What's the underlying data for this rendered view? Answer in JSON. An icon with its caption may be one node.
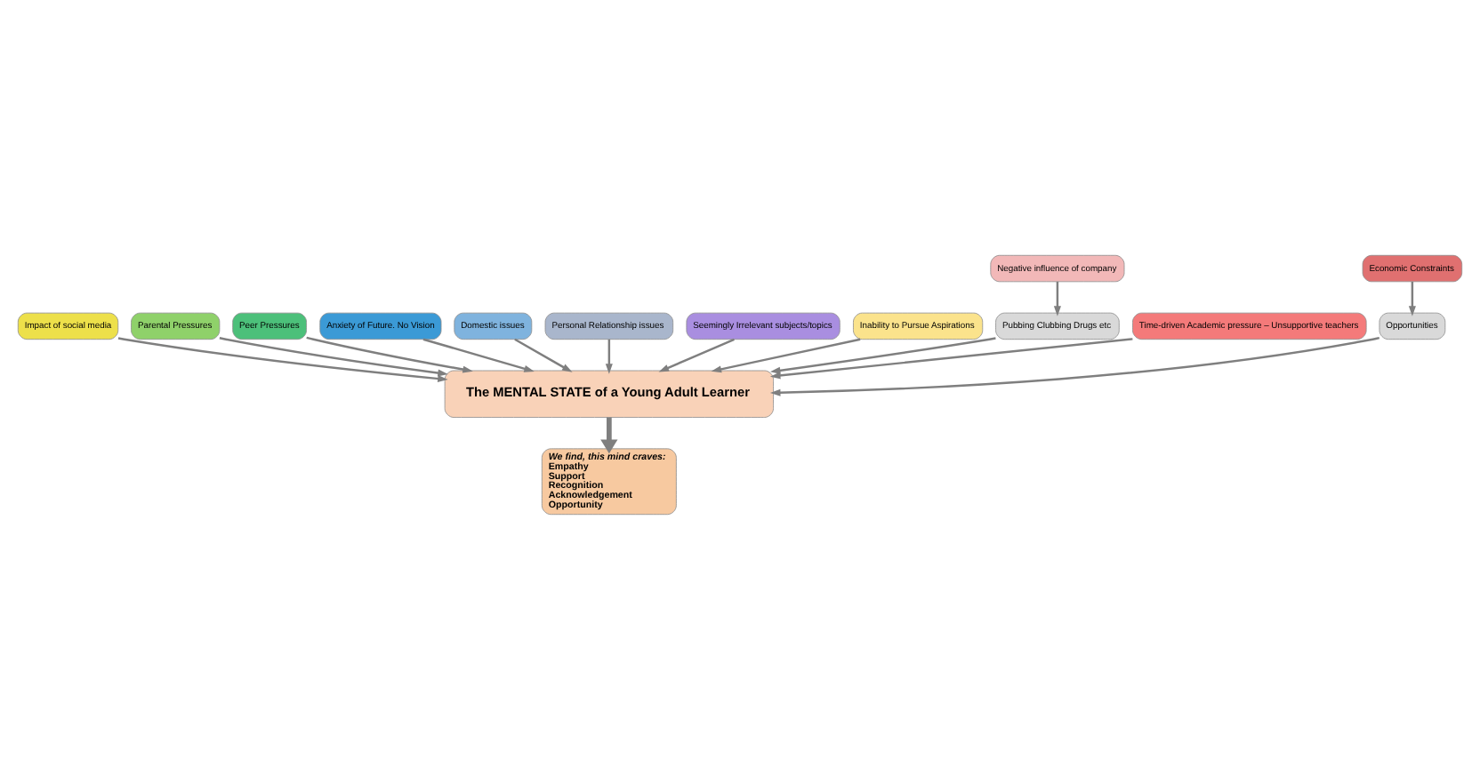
{
  "diagram": {
    "nodes": [
      {
        "text": [
          "Impact of social media"
        ]
      },
      {
        "text": [
          "Parental Pressures"
        ]
      },
      {
        "text": [
          "Peer Pressures"
        ]
      },
      {
        "text": [
          "Anxiety of Future. No Vision"
        ]
      },
      {
        "text": [
          "Domestic issues"
        ]
      },
      {
        "text": [
          "Personal Relationship issues"
        ]
      },
      {
        "text": [
          "Seemingly Irrelevant subjects/topics"
        ]
      },
      {
        "text": [
          "The MENTAL STATE of a Young Adult Learner"
        ]
      },
      {
        "text": [
          "Inability to Pursue Aspirations"
        ]
      },
      {
        "text": [
          "Negative influence of company"
        ]
      },
      {
        "text": [
          "Pubbing Clubbing Drugs etc"
        ]
      },
      {
        "text": [
          "Time-driven Academic pressure – Unsupportive teachers"
        ]
      },
      {
        "text": [
          "Economic Constraints"
        ]
      },
      {
        "text": [
          "Opportunities"
        ]
      },
      {
        "text": [
          "We find, this mind craves:",
          "Empathy",
          "Support",
          "Recognition",
          "Acknowledgement",
          "Opportunity"
        ]
      }
    ],
    "edges": [
      {
        "from": 0,
        "to": 7,
        "arrow": "to"
      },
      {
        "from": 1,
        "to": 7,
        "arrow": "to"
      },
      {
        "from": 2,
        "to": 7,
        "arrow": "to"
      },
      {
        "from": 3,
        "to": 7,
        "arrow": "to"
      },
      {
        "from": 4,
        "to": 7,
        "arrow": "to"
      },
      {
        "from": 5,
        "to": 7,
        "arrow": "to"
      },
      {
        "from": 6,
        "to": 7,
        "arrow": "to"
      },
      {
        "from": 8,
        "to": 7,
        "arrow": "to"
      },
      {
        "from": 9,
        "to": 10,
        "arrow": "to"
      },
      {
        "from": 10,
        "to": 7,
        "arrow": "to"
      },
      {
        "from": 11,
        "to": 7,
        "arrow": "to"
      },
      {
        "from": 12,
        "to": 13,
        "arrow": "to"
      },
      {
        "from": 13,
        "to": 7,
        "arrow": "to"
      },
      {
        "from": 7,
        "to": 14,
        "arrow": "to",
        "style": "thick"
      }
    ]
  }
}
